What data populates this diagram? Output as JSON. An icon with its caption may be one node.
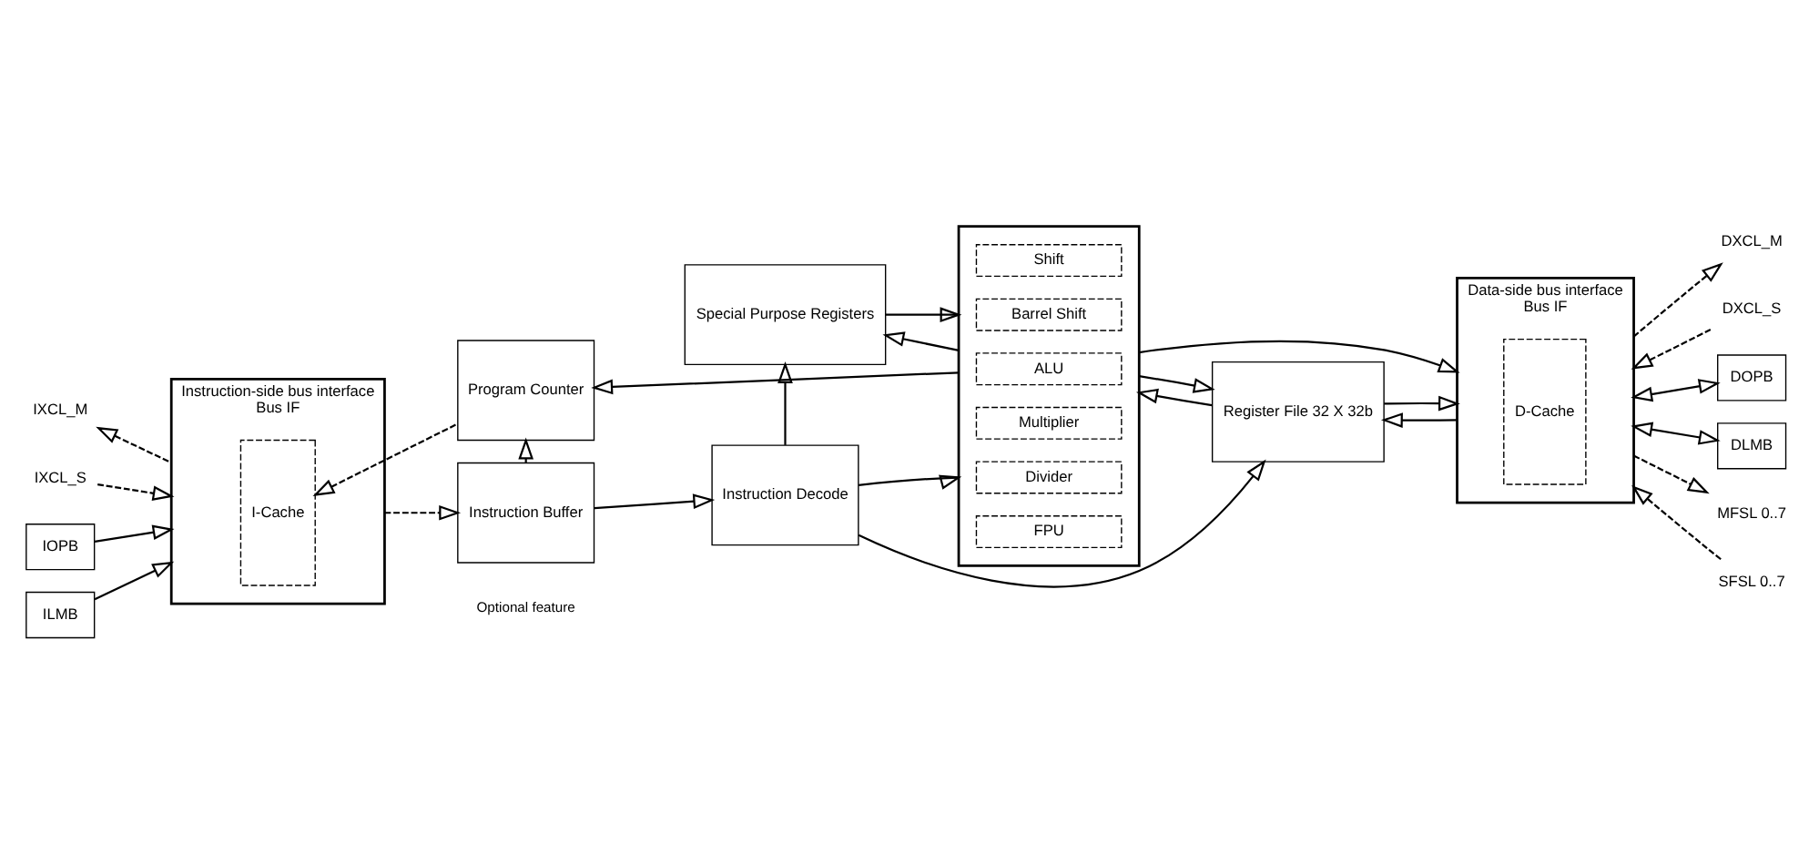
{
  "diagram": {
    "nodes": [
      {
        "text": [
          "Instruction-side bus interface",
          "Bus IF"
        ]
      },
      {
        "text": [
          "I-Cache"
        ],
        "in": 0
      },
      {
        "text": [
          "Program Counter"
        ]
      },
      {
        "text": [
          "Special Purpose Registers"
        ]
      },
      {
        "text": [
          "Instruction Buffer"
        ]
      },
      {
        "text": [
          "Instruction Decode"
        ]
      },
      {
        "text": [],
        "shape": "box"
      },
      {
        "text": [
          "ALU"
        ],
        "in": 6
      },
      {
        "text": [
          "Shift"
        ],
        "in": 6
      },
      {
        "text": [
          "Barrel Shift"
        ],
        "in": 6
      },
      {
        "text": [
          "Multiplier"
        ],
        "in": 6
      },
      {
        "text": [
          "Divider"
        ],
        "in": 6
      },
      {
        "text": [
          "FPU"
        ],
        "in": 6
      },
      {
        "text": [
          "Register File 32 X 32b"
        ]
      },
      {
        "text": [
          "Data-side bus interface",
          "Bus IF"
        ]
      },
      {
        "text": [
          "D-Cache"
        ],
        "in": 14
      },
      {
        "text": [
          "IXCL_M"
        ]
      },
      {
        "text": [
          "IXCL_S"
        ]
      },
      {
        "text": [
          "IOPB"
        ]
      },
      {
        "text": [
          "ILMB"
        ]
      },
      {
        "text": [
          "DXCL_M"
        ]
      },
      {
        "text": [
          "DXCL_S"
        ]
      },
      {
        "text": [
          "DOPB"
        ]
      },
      {
        "text": [
          "DLMB"
        ]
      },
      {
        "text": [
          "MFSL 0..7"
        ]
      },
      {
        "text": [
          "SFSL 0..7"
        ]
      }
    ],
    "edges": [
      {
        "from": 0,
        "to": 16,
        "arrow": "to",
        "style": "dashed"
      },
      {
        "from": 17,
        "to": 0,
        "arrow": "to",
        "style": "dashed"
      },
      {
        "from": 18,
        "to": 0,
        "arrow": "to"
      },
      {
        "from": 19,
        "to": 0,
        "arrow": "to"
      },
      {
        "from": 2,
        "to": 1,
        "arrow": "to",
        "style": "dashed"
      },
      {
        "from": 0,
        "to": 4,
        "arrow": "to",
        "style": "dashed"
      },
      {
        "from": 4,
        "to": 2,
        "arrow": "to"
      },
      {
        "from": 4,
        "to": 5,
        "arrow": "to"
      },
      {
        "from": 5,
        "to": 3,
        "arrow": "to"
      },
      {
        "from": 6,
        "to": 2,
        "arrow": "to"
      },
      {
        "from": 6,
        "to": 3,
        "arrow": "to"
      },
      {
        "from": 3,
        "to": 6,
        "arrow": "to"
      },
      {
        "from": 5,
        "to": 6,
        "arrow": "to"
      },
      {
        "from": 5,
        "to": 13,
        "arrow": "to"
      },
      {
        "from": 13,
        "to": 6,
        "arrow": "to"
      },
      {
        "from": 6,
        "to": 13,
        "arrow": "to"
      },
      {
        "from": 6,
        "to": 14,
        "arrow": "to"
      },
      {
        "from": 14,
        "to": 13,
        "arrow": "to"
      },
      {
        "from": 13,
        "to": 14,
        "arrow": "to"
      },
      {
        "from": 14,
        "to": 20,
        "arrow": "to",
        "style": "dashed"
      },
      {
        "from": 21,
        "to": 14,
        "arrow": "to",
        "style": "dashed"
      },
      {
        "from": 14,
        "to": 22,
        "arrow": "both"
      },
      {
        "from": 14,
        "to": 23,
        "arrow": "both"
      },
      {
        "from": 14,
        "to": 24,
        "arrow": "to",
        "style": "dashed"
      },
      {
        "from": 25,
        "to": 14,
        "arrow": "to",
        "style": "dashed"
      }
    ],
    "labels": [
      "Optional feature"
    ]
  }
}
